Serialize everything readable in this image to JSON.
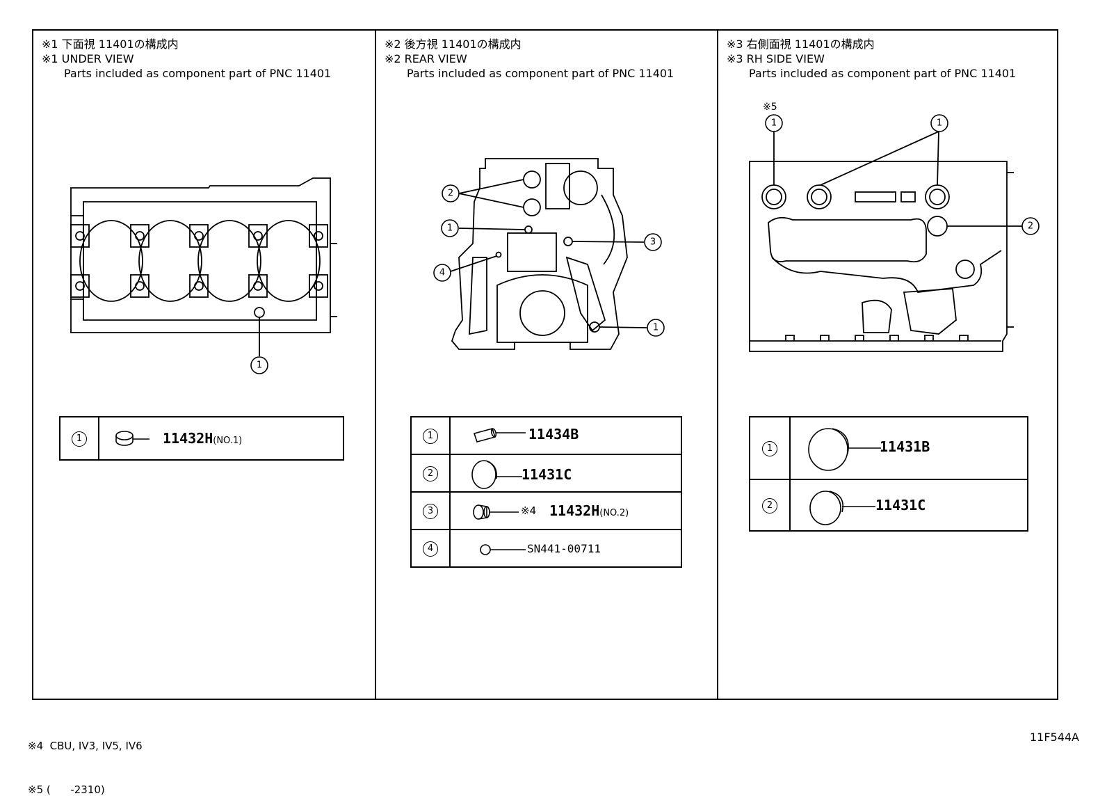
{
  "panels": [
    {
      "title_jp": "※1 下面視 11401の構成内",
      "title_en": "※1 UNDER VIEW",
      "subtitle": "Parts included as component part of PNC 11401",
      "callouts": [
        "1"
      ],
      "parts": [
        {
          "num": "1",
          "part": "11432H",
          "note": "(NO.1)"
        }
      ]
    },
    {
      "title_jp": "※2 後方視 11401の構成内",
      "title_en": "※2 REAR VIEW",
      "subtitle": "Parts included as component part of PNC 11401",
      "callouts": [
        "2",
        "1",
        "3",
        "4",
        "1"
      ],
      "parts": [
        {
          "num": "1",
          "part": "11434B",
          "prefix": ""
        },
        {
          "num": "2",
          "part": "11431C",
          "prefix": ""
        },
        {
          "num": "3",
          "part": "11432H",
          "prefix": "※4",
          "note": "(NO.2)"
        },
        {
          "num": "4",
          "part": "SN441-00711",
          "prefix": ""
        }
      ]
    },
    {
      "title_jp": "※3 右側面視 11401の構成内",
      "title_en": "※3 RH SIDE VIEW",
      "subtitle": "Parts included as component part of PNC 11401",
      "callout_mark": "※5",
      "callouts": [
        "1",
        "1",
        "2"
      ],
      "parts": [
        {
          "num": "1",
          "part": "11431B"
        },
        {
          "num": "2",
          "part": "11431C"
        }
      ]
    }
  ],
  "footnotes": [
    "※4  CBU, IV3, IV5, IV6",
    "※5 (      -2310)"
  ],
  "diagram_code": "11F544A"
}
